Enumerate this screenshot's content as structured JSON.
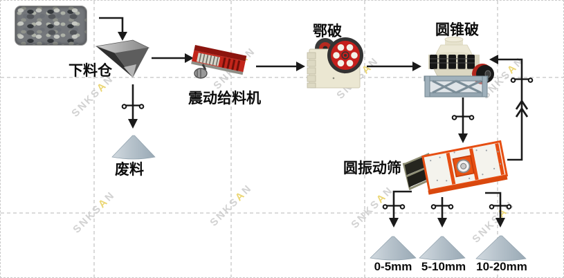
{
  "labels": {
    "hopper": "下料仓",
    "feeder": "震动给料机",
    "jaw_crusher": "鄂破",
    "cone_crusher": "圆锥破",
    "vibrating_screen": "圆振动筛",
    "waste": "废料"
  },
  "products": [
    {
      "label": "0-5mm"
    },
    {
      "label": "5-10mm"
    },
    {
      "label": "10-20mm"
    }
  ],
  "watermark": {
    "text": "SNKSAN",
    "part1": "SNKS",
    "part2": "A",
    "part3": "N"
  },
  "connections": [
    {
      "from": "raw_material_photo",
      "to": "hopper"
    },
    {
      "from": "hopper",
      "to": "feeder"
    },
    {
      "from": "hopper",
      "to": "waste"
    },
    {
      "from": "feeder",
      "to": "jaw_crusher"
    },
    {
      "from": "jaw_crusher",
      "to": "cone_crusher"
    },
    {
      "from": "cone_crusher",
      "to": "vibrating_screen"
    },
    {
      "from": "vibrating_screen",
      "to": "cone_crusher",
      "type": "return"
    },
    {
      "from": "vibrating_screen",
      "to": "product_0_5mm"
    },
    {
      "from": "vibrating_screen",
      "to": "product_5_10mm"
    },
    {
      "from": "vibrating_screen",
      "to": "product_10_20mm"
    }
  ],
  "icons": {
    "valve": "gate-valve-symbol",
    "arrow": "solid-flow-arrow",
    "return_arrow": "double-chevron-up"
  },
  "colors": {
    "machine_red": "#c51f1c",
    "screen_orange": "#e8501e",
    "machine_cream": "#ebe7d3",
    "steel_blue": "#9fb0bb",
    "pile_gray": "#b6c2cb",
    "line_black": "#1a1a1a",
    "grid_gray": "#dadada",
    "watermark_gray": "#cbcbcb",
    "watermark_gold": "#e8d05e"
  }
}
